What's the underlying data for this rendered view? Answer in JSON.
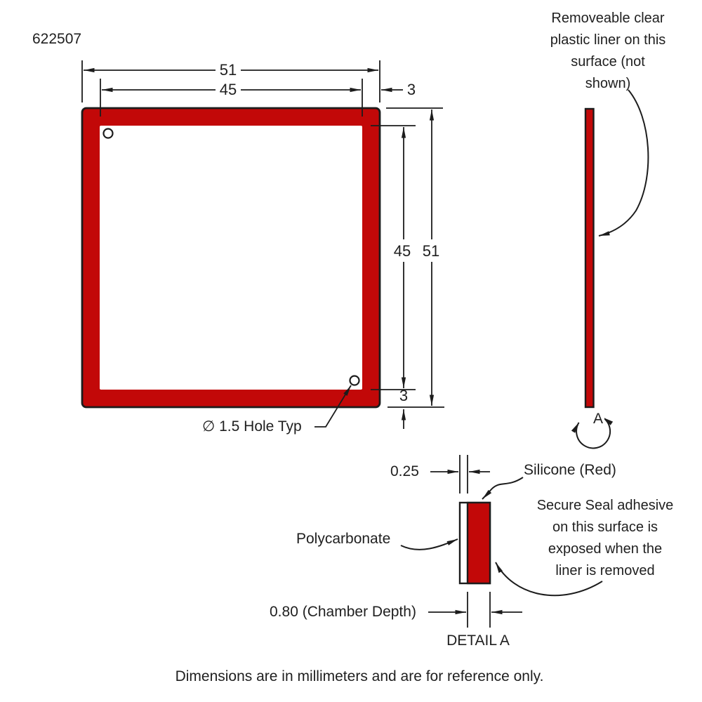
{
  "colors": {
    "silicone_red": "#c20808",
    "line": "#1c1c1c"
  },
  "part_number": "622507",
  "main_view": {
    "dim_width_outer": "51",
    "dim_width_inner": "45",
    "dim_wall_top": "3",
    "dim_height_inner": "45",
    "dim_height_outer": "51",
    "dim_wall_bottom": "3",
    "hole_label": "∅ 1.5 Hole Typ"
  },
  "side_view": {
    "liner_note_lines": [
      "Removeable clear",
      "plastic liner on this",
      "surface (not",
      "shown)"
    ],
    "detail_label": "A"
  },
  "detail_a": {
    "dim_thickness": "0.25",
    "silicone_label": "Silicone (Red)",
    "polycarbonate_label": "Polycarbonate",
    "adhesive_note_lines": [
      "Secure Seal adhesive",
      "on this surface is",
      "exposed when the",
      "liner is removed"
    ],
    "dim_chamber_depth": "0.80 (Chamber Depth)",
    "caption": "DETAIL A"
  },
  "footnote": "Dimensions are in millimeters and are for reference only."
}
